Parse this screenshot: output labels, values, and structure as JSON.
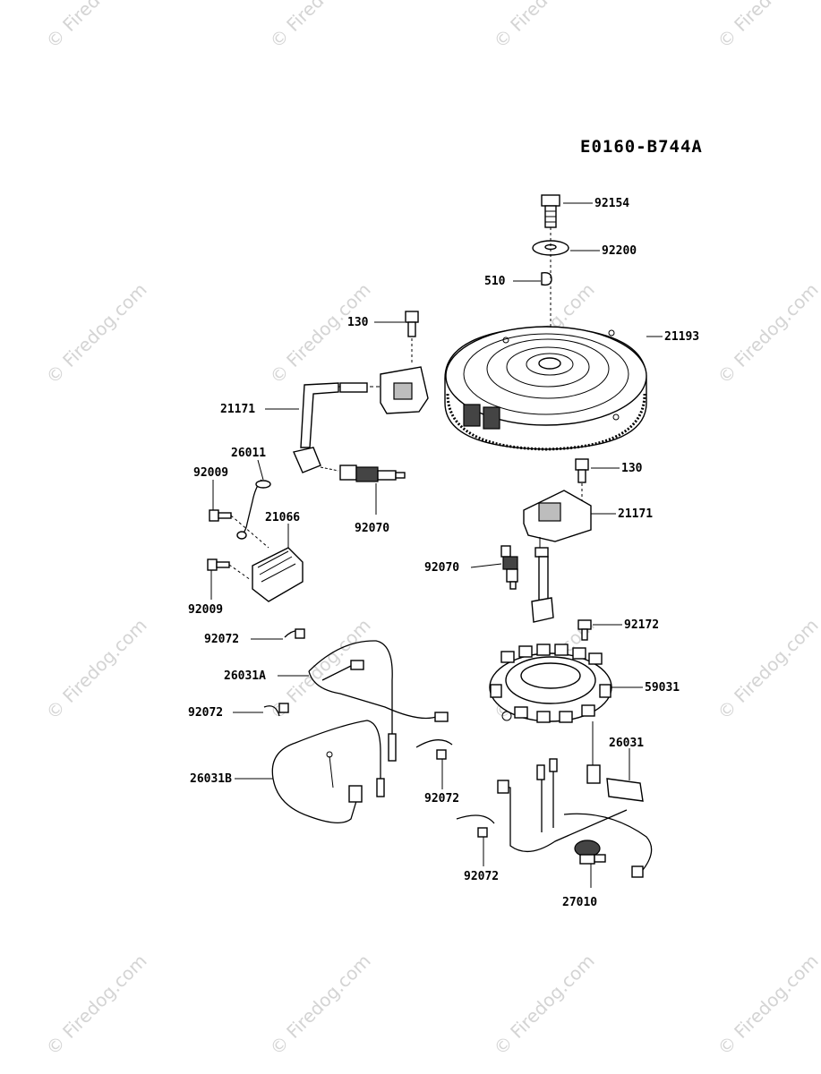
{
  "diagram_code": "E0160-B744A",
  "watermark_text": "© Firedog.com",
  "parts": {
    "bolt_92154": "92154",
    "washer_92200": "92200",
    "key_510": "510",
    "bolt_130_top": "130",
    "flywheel_21193": "21193",
    "coil_21171_left": "21171",
    "lead_26011": "26011",
    "bolt_92009_top": "92009",
    "rectifier_21066": "21066",
    "plug_92070_left": "92070",
    "bolt_130_right": "130",
    "coil_21171_right": "21171",
    "plug_92070_right": "92070",
    "bolt_92009_bottom": "92009",
    "screw_92172": "92172",
    "clamp_92072_a": "92072",
    "harness_26031A": "26031A",
    "stator_59031": "59031",
    "clamp_92072_b": "92072",
    "harness_26031": "26031",
    "harness_26031B": "26031B",
    "clamp_92072_c": "92072",
    "clamp_92072_d": "92072",
    "switch_27010": "27010"
  }
}
